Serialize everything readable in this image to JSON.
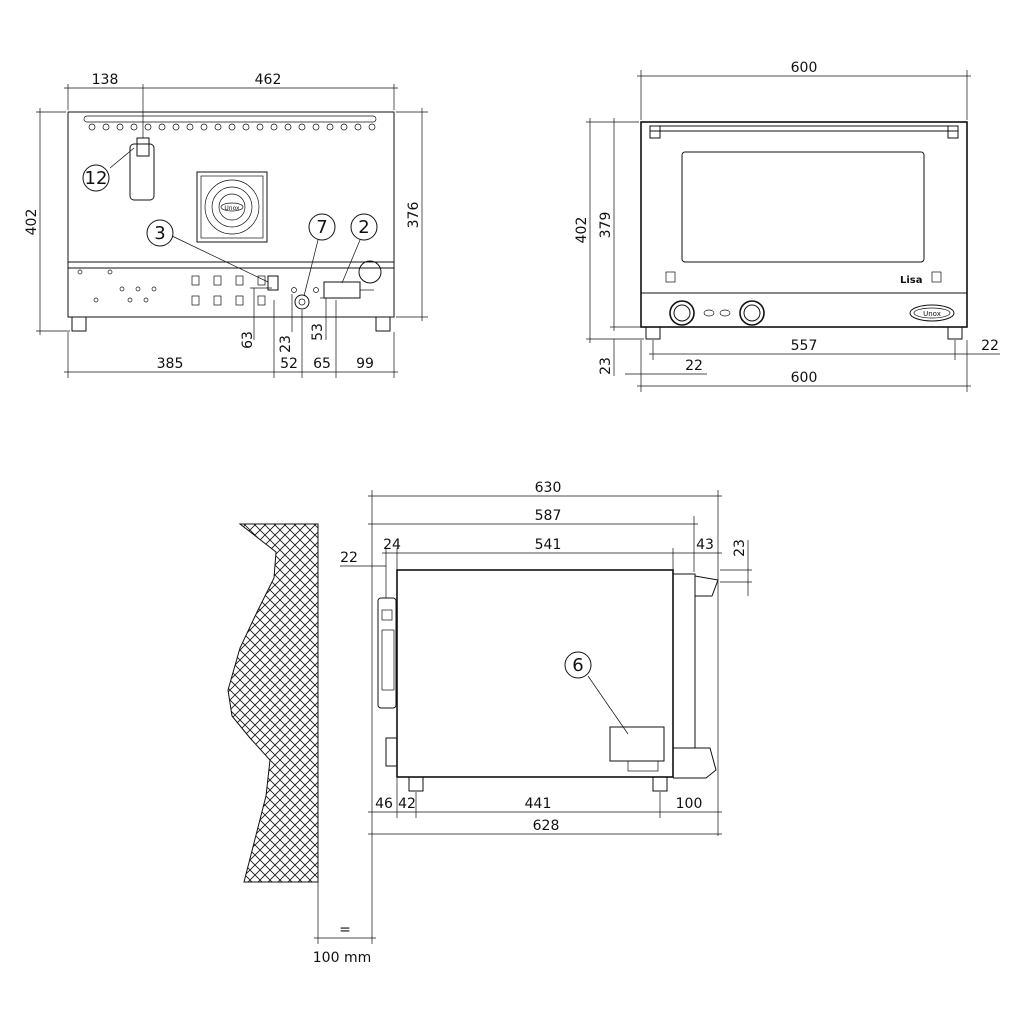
{
  "views": {
    "rear": {
      "dimensions": {
        "top_left": "138",
        "top_width": "462",
        "height_left": "402",
        "height_right": "376",
        "bottom_385": "385",
        "bottom_52": "52",
        "bottom_65": "65",
        "bottom_99": "99",
        "v_63": "63",
        "v_23": "23",
        "v_53": "53"
      },
      "callouts": {
        "c12": "12",
        "c3": "3",
        "c7": "7",
        "c2": "2"
      },
      "fan_logo": "Unox"
    },
    "front": {
      "dimensions": {
        "top_width": "600",
        "height_outer": "402",
        "height_inner": "379",
        "width_557": "557",
        "right_22": "22",
        "left_22": "22",
        "foot_23": "23",
        "bottom_width": "600"
      },
      "model_label": "Lisa",
      "brand_badge": "Unox"
    },
    "side": {
      "dimensions": {
        "w630": "630",
        "w587": "587",
        "d22": "22",
        "d24": "24",
        "w541": "541",
        "d43": "43",
        "d23": "23",
        "b46": "46",
        "b42": "42",
        "b441": "441",
        "b100": "100",
        "b628": "628",
        "wall_gap": "=",
        "wall_label": "100 mm"
      },
      "callouts": {
        "c6": "6"
      }
    }
  }
}
